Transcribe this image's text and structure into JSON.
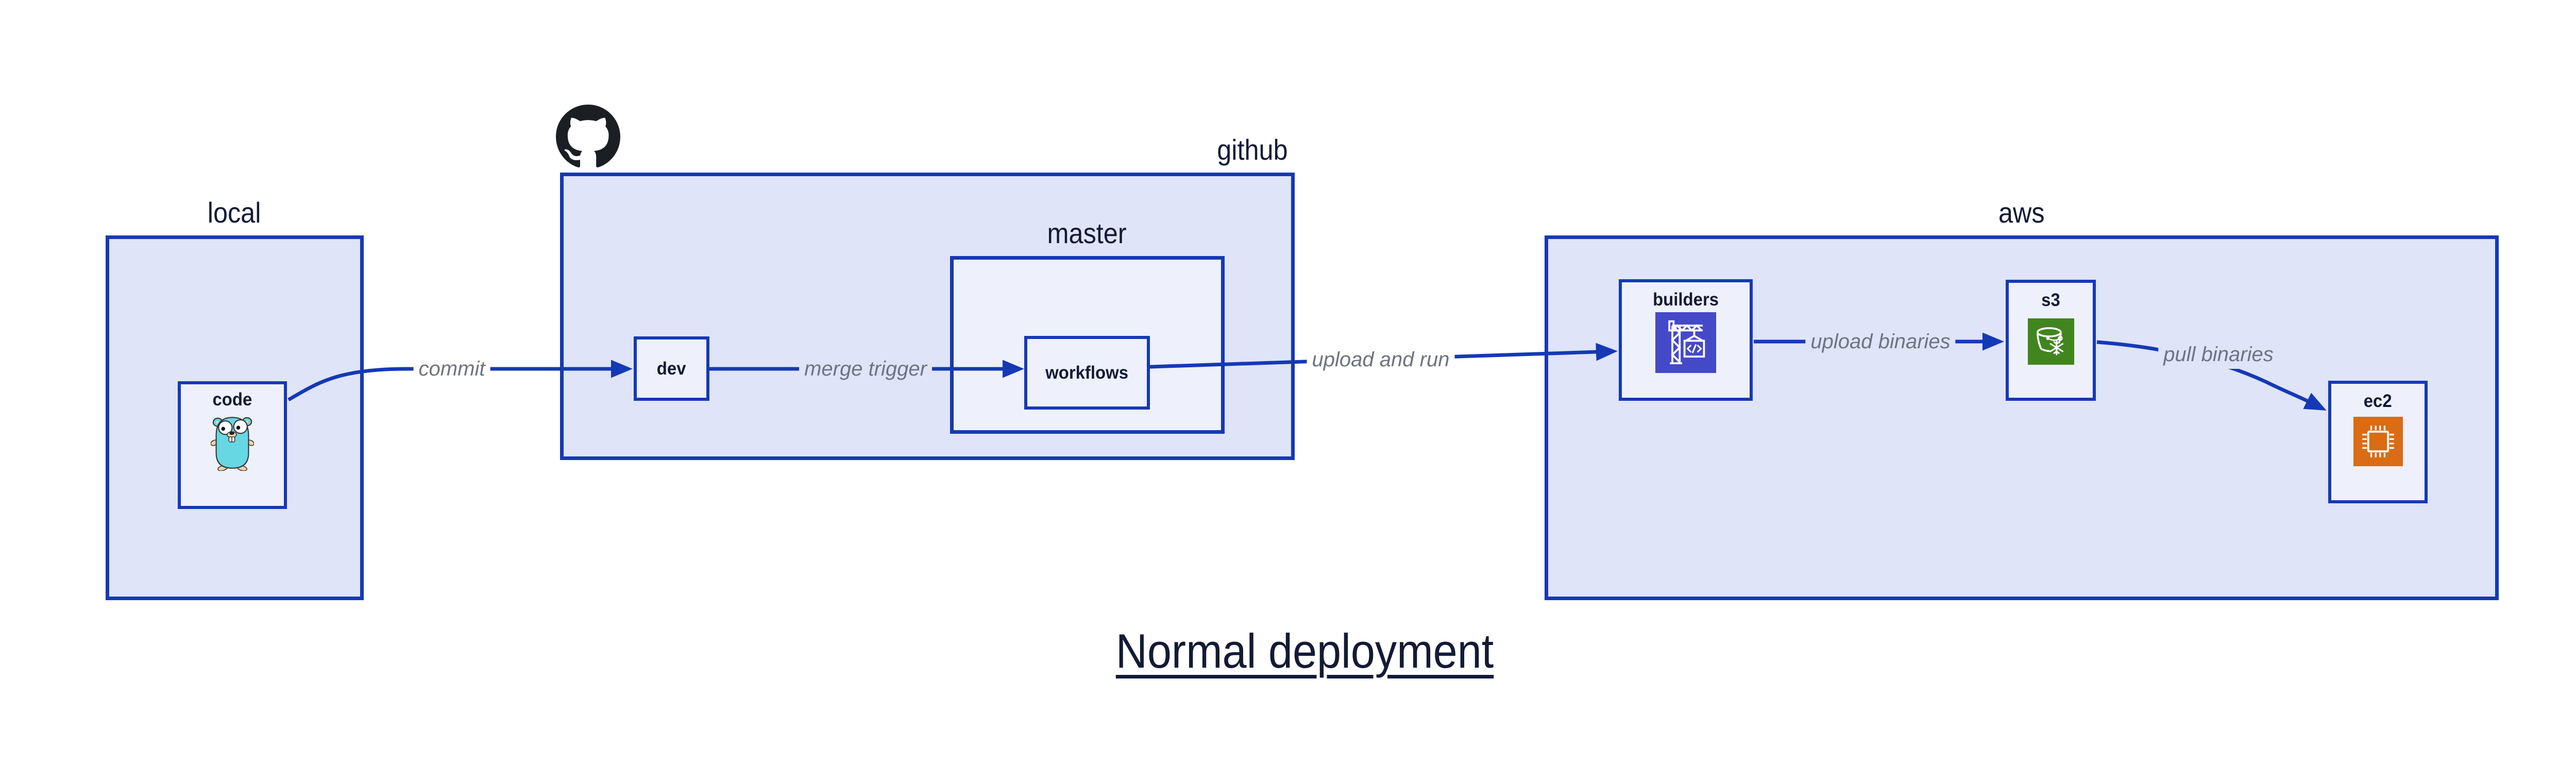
{
  "title": {
    "text": "Normal deployment"
  },
  "containers": [
    {
      "id": "local",
      "label": "local"
    },
    {
      "id": "github",
      "label": "github",
      "icon": "github-octocat-icon"
    },
    {
      "id": "master",
      "label": "master"
    },
    {
      "id": "aws",
      "label": "aws"
    }
  ],
  "nodes": [
    {
      "id": "code",
      "label": "code",
      "icon": "go-gopher-icon"
    },
    {
      "id": "dev",
      "label": "dev"
    },
    {
      "id": "workflows",
      "label": "workflows"
    },
    {
      "id": "builders",
      "label": "builders",
      "icon": "codebuild-crane-icon"
    },
    {
      "id": "s3",
      "label": "s3",
      "icon": "s3-bucket-icon"
    },
    {
      "id": "ec2",
      "label": "ec2",
      "icon": "ec2-chip-icon"
    }
  ],
  "edges": [
    {
      "from": "code",
      "to": "dev",
      "label": "commit"
    },
    {
      "from": "dev",
      "to": "workflows",
      "label": "merge trigger"
    },
    {
      "from": "workflows",
      "to": "builders",
      "label": "upload and run"
    },
    {
      "from": "builders",
      "to": "s3",
      "label": "upload binaries"
    },
    {
      "from": "s3",
      "to": "ec2",
      "label": "pull binaries"
    }
  ],
  "colors": {
    "canvas-bg": "#ffffff",
    "container-fill": "#dfe4f8",
    "node-fill": "#eef1fb",
    "stroke-blue": "#1539b5",
    "title-navy": "#131a35",
    "edge-label-gray": "#6e7480",
    "codebuild-purple": "#4449c8",
    "s3-green": "#41851f",
    "ec2-orange": "#d96c15",
    "gopher-cyan": "#67d7e4",
    "octocat-black": "#1b1f23"
  }
}
